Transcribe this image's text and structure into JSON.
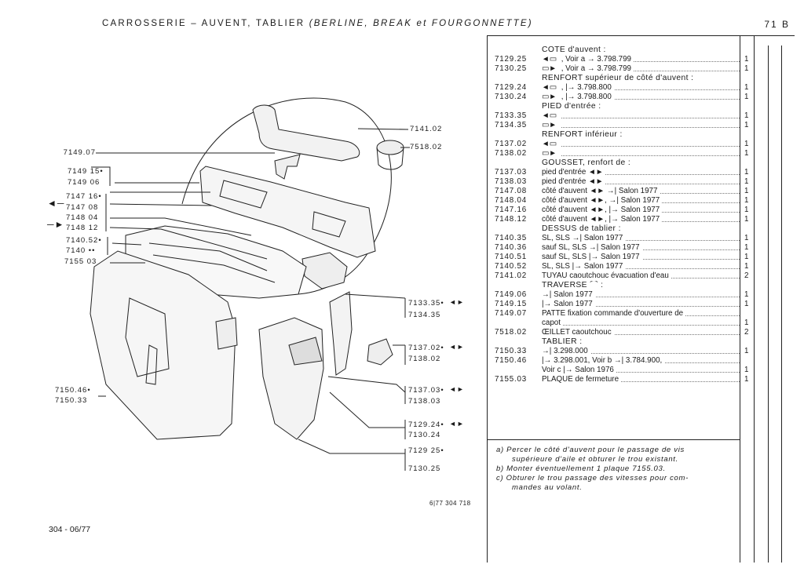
{
  "header": {
    "title_main": "CARROSSERIE – AUVENT, TABLIER",
    "title_sub": "(BERLINE, BREAK et FOURGONNETTE)",
    "sheet": "71 B"
  },
  "footer": {
    "page_ref": "304 - 06/77",
    "figure_ref": "6|77  304  718"
  },
  "diagram": {
    "left_labels": [
      "7149.07",
      "7149 15•",
      "7149 06",
      "7147 16•",
      "7147 08",
      "7148 04",
      "7148 12",
      "7140.52•",
      "7140 ••",
      "7155 03",
      "7150.46•",
      "7150.33"
    ],
    "right_labels": [
      "7141.02",
      "7518.02",
      "7133.35•",
      "7134.35",
      "7137.02•",
      "7138.02",
      "7137.03•",
      "7138.03",
      "7129.24•",
      "7130.24",
      "7129 25•",
      "7130.25"
    ]
  },
  "table": {
    "rows": [
      {
        "type": "head",
        "desc": "COTE d'auvent :"
      },
      {
        "num": "7129.25",
        "icon": "left-arrow-icon",
        "desc": ", Voir a → 3.798.799",
        "qty": "1"
      },
      {
        "num": "7130.25",
        "icon": "right-arrow-icon",
        "desc": ", Voir a → 3.798.799",
        "qty": "1"
      },
      {
        "type": "head",
        "desc": "RENFORT supérieur de côté d'auvent :"
      },
      {
        "num": "7129.24",
        "icon": "left-arrow-icon",
        "desc": ", |→ 3.798.800",
        "qty": "1"
      },
      {
        "num": "7130.24",
        "icon": "right-arrow-icon",
        "desc": ", |→ 3.798.800",
        "qty": "1"
      },
      {
        "type": "head",
        "desc": "PIED d'entrée :"
      },
      {
        "num": "7133.35",
        "icon": "left-arrow-icon",
        "desc": "",
        "qty": "1"
      },
      {
        "num": "7134.35",
        "icon": "right-arrow-icon",
        "desc": "",
        "qty": "1"
      },
      {
        "type": "head",
        "desc": "RENFORT inférieur :"
      },
      {
        "num": "7137.02",
        "icon": "left-arrow-icon",
        "desc": "",
        "qty": "1"
      },
      {
        "num": "7138.02",
        "icon": "right-arrow-icon",
        "desc": "",
        "qty": "1"
      },
      {
        "type": "head",
        "desc": "GOUSSET, renfort de :"
      },
      {
        "num": "7137.03",
        "desc": "pied d'entrée ◄►",
        "qty": "1"
      },
      {
        "num": "7138.03",
        "desc": "pied d'entrée ◄►",
        "qty": "1"
      },
      {
        "num": "7147.08",
        "desc": "côté d'auvent ◄► →| Salon 1977",
        "qty": "1"
      },
      {
        "num": "7148.04",
        "desc": "côté d'auvent ◄►, →| Salon 1977",
        "qty": "1"
      },
      {
        "num": "7147.16",
        "desc": "côté d'auvent ◄►, |→ Salon 1977",
        "qty": "1"
      },
      {
        "num": "7148.12",
        "desc": "côté d'auvent ◄►, |→ Salon 1977",
        "qty": "1"
      },
      {
        "type": "head",
        "desc": "DESSUS de tablier :"
      },
      {
        "num": "7140.35",
        "desc": "SL, SLS →| Salon 1977",
        "qty": "1"
      },
      {
        "num": "7140.36",
        "desc": "sauf SL, SLS →| Salon 1977",
        "qty": "1"
      },
      {
        "num": "7140.51",
        "desc": "sauf SL, SLS |→ Salon 1977",
        "qty": "1"
      },
      {
        "num": "7140.52",
        "desc": "SL, SLS |→ Salon 1977",
        "qty": "1"
      },
      {
        "num": "7141.02",
        "desc": "TUYAU caoutchouc évacuation d'eau",
        "qty": "2"
      },
      {
        "type": "head",
        "desc": "TRAVERSE ⌒ :"
      },
      {
        "num": "7149.06",
        "desc": "→| Salon 1977",
        "qty": "1"
      },
      {
        "num": "7149.15",
        "desc": "|→ Salon 1977",
        "qty": "1"
      },
      {
        "num": "7149.07",
        "desc": "PATTE fixation commande d'ouverture de",
        "qty": ""
      },
      {
        "num": "",
        "desc": "capot",
        "qty": "1"
      },
      {
        "num": "7518.02",
        "desc": "ŒILLET caoutchouc",
        "qty": "2"
      },
      {
        "type": "head",
        "desc": "TABLIER :"
      },
      {
        "num": "7150.33",
        "desc": "→| 3.298.000",
        "qty": "1"
      },
      {
        "num": "7150.46",
        "desc": "|→ 3.298.001, Voir b →| 3.784.900,",
        "qty": ""
      },
      {
        "num": "",
        "desc": "Voir c |→ Salon 1976",
        "qty": "1"
      },
      {
        "num": "7155.03",
        "desc": "PLAQUE de fermeture",
        "qty": "1"
      }
    ],
    "notes": [
      {
        "text": "a)  Percer le côté d'auvent pour le passage de vis"
      },
      {
        "text": "supérieure d'aile et obturer le trou existant.",
        "indent": true
      },
      {
        "text": "b)  Monter éventuellement 1 plaque 7155.03."
      },
      {
        "text": "c)  Obturer le trou passage des vitesses pour com-"
      },
      {
        "text": "mandes au volant.",
        "indent": true
      }
    ]
  }
}
